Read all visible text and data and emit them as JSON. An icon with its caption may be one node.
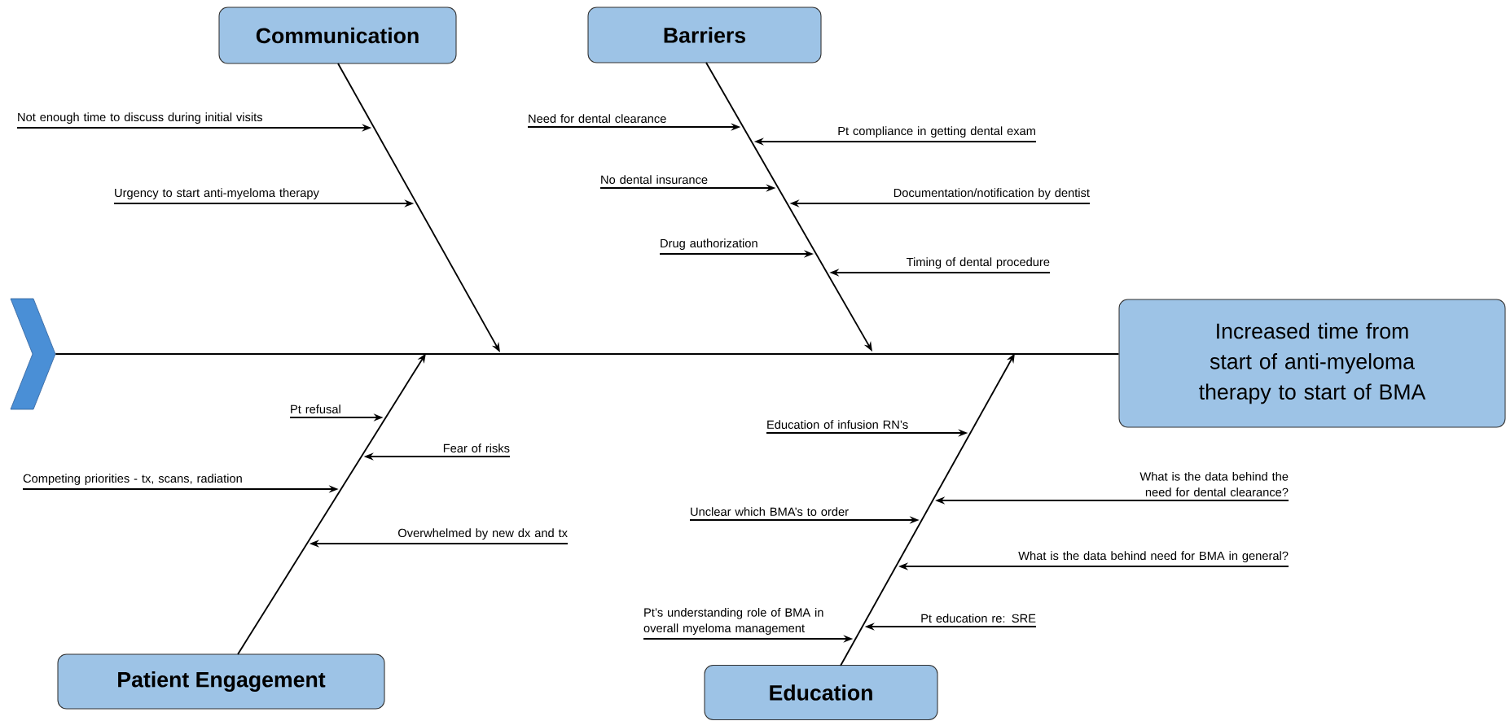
{
  "diagram": {
    "nodes": [
      {
        "text": [
          "Communication"
        ]
      },
      {
        "text": [
          "Not enough time to discuss during initial visits"
        ]
      },
      {
        "text": [
          "Urgency to start anti-myeloma therapy"
        ]
      },
      {
        "text": [
          "Barriers"
        ]
      },
      {
        "text": [
          "Need for dental clearance"
        ]
      },
      {
        "text": [
          "Pt compliance in getting dental exam"
        ]
      },
      {
        "text": [
          "No dental insurance"
        ]
      },
      {
        "text": [
          "Documentation/notification by dentist"
        ]
      },
      {
        "text": [
          "Drug authorization"
        ]
      },
      {
        "text": [
          "Timing of dental procedure"
        ]
      },
      {
        "text": [],
        "shape": "chevron"
      },
      {
        "text": [
          "Increased time from start of anti-myeloma therapy to start of BMA"
        ]
      },
      {
        "text": [
          "Pt refusal"
        ]
      },
      {
        "text": [
          "Fear of risks"
        ]
      },
      {
        "text": [
          "Competing priorities - tx, scans, radiation"
        ]
      },
      {
        "text": [
          "Overwhelmed by new dx and tx"
        ]
      },
      {
        "text": [
          "Patient Engagement"
        ]
      },
      {
        "text": [
          "Education of infusion RN’s"
        ]
      },
      {
        "text": [
          "What is the data behind the need for dental clearance?"
        ]
      },
      {
        "text": [
          "Unclear which BMA’s to order"
        ]
      },
      {
        "text": [
          "What is the data behind need for BMA in general?"
        ]
      },
      {
        "text": [
          "Pt’s understanding role of BMA in overall myeloma management"
        ]
      },
      {
        "text": [
          "Pt education re: SRE"
        ]
      },
      {
        "text": [
          "Education"
        ]
      }
    ],
    "edges": [
      {
        "from": 10,
        "to": 11,
        "arrow": "none"
      },
      {
        "from": 0,
        "to": null,
        "arrow": "to"
      },
      {
        "from": 3,
        "to": null,
        "arrow": "to"
      },
      {
        "from": 16,
        "to": null,
        "arrow": "to"
      },
      {
        "from": 23,
        "to": null,
        "arrow": "to"
      },
      {
        "from": 1,
        "to": null,
        "arrow": "to"
      },
      {
        "from": 2,
        "to": null,
        "arrow": "to"
      },
      {
        "from": 4,
        "to": null,
        "arrow": "to"
      },
      {
        "from": 5,
        "to": null,
        "arrow": "to"
      },
      {
        "from": 6,
        "to": null,
        "arrow": "to"
      },
      {
        "from": 7,
        "to": null,
        "arrow": "to"
      },
      {
        "from": 8,
        "to": null,
        "arrow": "to"
      },
      {
        "from": 9,
        "to": null,
        "arrow": "to"
      },
      {
        "from": 12,
        "to": null,
        "arrow": "to"
      },
      {
        "from": 13,
        "to": null,
        "arrow": "to"
      },
      {
        "from": 14,
        "to": null,
        "arrow": "to"
      },
      {
        "from": 15,
        "to": null,
        "arrow": "to"
      },
      {
        "from": 17,
        "to": null,
        "arrow": "to"
      },
      {
        "from": 18,
        "to": null,
        "arrow": "to"
      },
      {
        "from": 19,
        "to": null,
        "arrow": "to"
      },
      {
        "from": 20,
        "to": null,
        "arrow": "to"
      },
      {
        "from": 21,
        "to": null,
        "arrow": "to"
      },
      {
        "from": 22,
        "to": null,
        "arrow": "to"
      }
    ]
  }
}
